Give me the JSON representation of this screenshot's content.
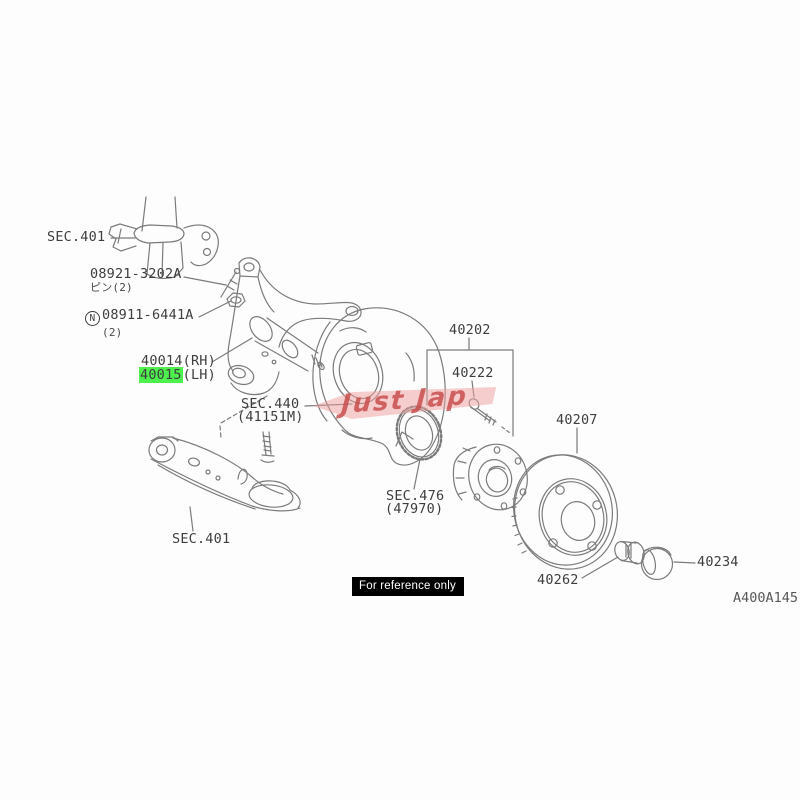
{
  "watermark": {
    "text": "Just Jap"
  },
  "footer": {
    "reference_note": "For reference only",
    "diagram_code": "A400A145"
  },
  "colors": {
    "line": "#7b7b7b",
    "text": "#3e3e3e",
    "highlight": "#4df04d",
    "watermark_band": "#ef9e9e",
    "watermark_text": "#c64747"
  },
  "callouts": {
    "strut_section": {
      "label": "SEC.401"
    },
    "pin": {
      "part_no": "08921-3202A",
      "qty_note": "ピン(2)"
    },
    "lock_nut": {
      "symbol": "N",
      "part_no": "08911-6441A",
      "qty_note": "(2)"
    },
    "knuckle_rh": {
      "part_no": "40014",
      "side": "(RH)"
    },
    "knuckle_lh": {
      "part_no": "40015",
      "side": "(LH)"
    },
    "baffle_plate_section": {
      "label": "SEC.440",
      "ref": "(41151M)"
    },
    "hub_assembly": {
      "part_no": "40202"
    },
    "hub_bolt": {
      "part_no": "40222"
    },
    "sensor_rotor_section": {
      "label": "SEC.476",
      "ref": "(47970)"
    },
    "disc_rotor": {
      "part_no": "40207"
    },
    "transverse_link_section": {
      "label": "SEC.401"
    },
    "hub_nut": {
      "part_no": "40262"
    },
    "hub_cap": {
      "part_no": "40234"
    }
  }
}
